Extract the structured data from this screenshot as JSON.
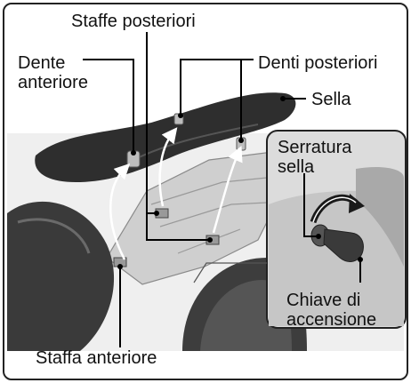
{
  "labels": {
    "staffe_posteriori": "Staffe posteriori",
    "dente_anteriore": "Dente\nanteriore",
    "denti_posteriori": "Denti posteriori",
    "sella": "Sella",
    "serratura_sella": "Serratura\nsella",
    "chiave_di_accensione": "Chiave di\naccensione",
    "staffa_anteriore": "Staffa anteriore"
  },
  "colors": {
    "background": "#ffffff",
    "frame": "#222222",
    "scene_bg": "#e8e8e8",
    "inset_bg": "#dcdcdc",
    "seat": "#2e2e2e",
    "tank": "#3a3a3a",
    "chassis": "#cfcfcf",
    "leader": "#000000",
    "curved_arrow": "#ffffff"
  }
}
